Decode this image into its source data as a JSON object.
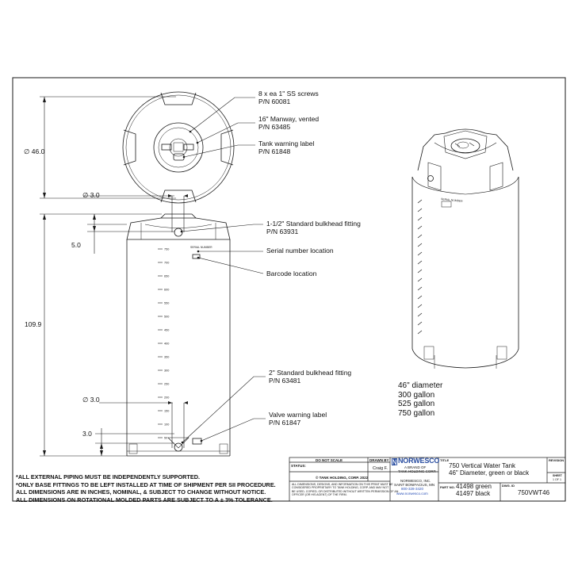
{
  "callouts": {
    "screws_name": "8 x ea 1\" SS screws",
    "screws_pn": "P/N 60081",
    "manway_name": "16\" Manway, vented",
    "manway_pn": "P/N 63485",
    "tank_warning_name": "Tank warning label",
    "tank_warning_pn": "P/N 61848",
    "bulkhead_top_name": "1-1/2\" Standard bulkhead fitting",
    "bulkhead_top_pn": "P/N 63931",
    "serial_location": "Serial number location",
    "barcode_location": "Barcode location",
    "bulkhead_bottom_name": "2\" Standard bulkhead fitting",
    "bulkhead_bottom_pn": "P/N 63481",
    "valve_warning_name": "Valve warning label",
    "valve_warning_pn": "P/N 61847"
  },
  "dimensions": {
    "diameter": "∅ 46.0",
    "top_fitting_dia": "∅ 3.0",
    "top_offset": "5.0",
    "height": "109.9",
    "bottom_fitting_dia": "∅ 3.0",
    "bottom_offset": "3.0"
  },
  "tank_markings": {
    "serial_label": "SERIAL NUMBER",
    "gauge_marks": [
      "750",
      "700",
      "650",
      "600",
      "550",
      "500",
      "450",
      "400",
      "350",
      "300",
      "250",
      "200",
      "150",
      "100",
      "50"
    ]
  },
  "specs": [
    "46\" diameter",
    "300 gallon",
    "525 gallon",
    "750 gallon"
  ],
  "notes": [
    "*ALL EXTERNAL PIPING MUST BE INDEPENDENTLY SUPPORTED.",
    "*ONLY BASE FITTINGS TO BE LEFT INSTALLED AT TIME OF SHIPMENT PER SII PROCEDURE.",
    "ALL DIMENSIONS ARE IN INCHES, NOMINAL, & SUBJECT TO CHANGE WITHOUT NOTICE.",
    "ALL DIMENSIONS ON ROTATIONAL MOLDED PARTS ARE SUBJECT TO A ± 3% TOLERANCE."
  ],
  "title_block": {
    "do_not_scale": "DO NOT SCALE",
    "status_label": "STATUS:",
    "drawn_by_label": "DRAWN BY",
    "drawn_by": "Craig F.",
    "copyright": "© TANK HOLDING, CORP. 2022",
    "disclaimer_1": "ALL DIMENSIONS, DESIGNS, AND INFORMATION ON THIS PRINT MUST BE",
    "disclaimer_2": "CONSIDERED PROPRIETARY TO TANK HOLDING, CORP. AND MAY NOT",
    "disclaimer_3": "BE USED, COPIED, OR DISTRIBUTED WITHOUT WRITTEN PERMISSION OF AN",
    "disclaimer_4": "OFFICER (OR HIS AGENT) OF THE FIRM.",
    "brand": "NORWESCO",
    "brand_sub_1": "A BRAND OF",
    "brand_sub_2": "TANK HOLDING CORP.",
    "company": "NORWESCO, INC.",
    "city": "SAINT BONIFACIUS, MN",
    "phone": "800-328-3420",
    "website": "www.norwesco.com",
    "title_label": "TITLE",
    "title_1": "750 Vertical Water Tank",
    "title_2": "46\" Diameter, green or black",
    "part_no_label": "PART NO.",
    "part_green": "41498 green",
    "part_black": "41497 black",
    "dwg_id_label": "DWG. ID",
    "dwg_id": "750VWT46",
    "revision_label": "REVISION",
    "sheet_label": "SHEET",
    "sheet_value": "1 OF 1"
  },
  "colors": {
    "line": "#1a1a1a",
    "brand_blue": "#2a4ea0",
    "phone_blue": "#2a50b8"
  }
}
